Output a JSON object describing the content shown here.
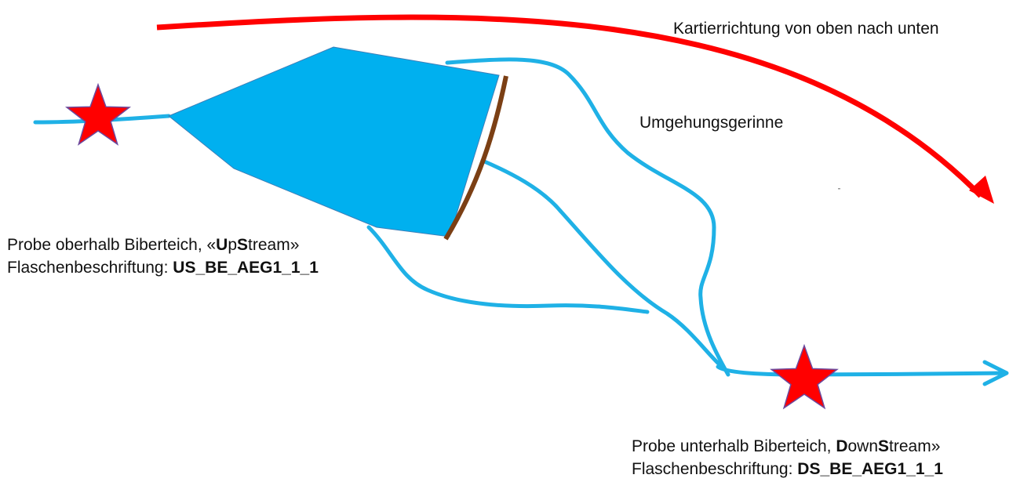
{
  "direction_label": "Kartierrichtung von oben nach unten",
  "bypass_label": "Umgehungsgerinne",
  "upstream": {
    "line1": {
      "prefix": "Probe oberhalb Biberteich, «",
      "b1": "U",
      "t1": "p",
      "b2": "S",
      "t2": "tream",
      "suffix": "»"
    },
    "line2": {
      "prefix": "Flaschenbeschriftung: ",
      "code": "US_BE_AEG1_1_1"
    }
  },
  "downstream": {
    "line1": {
      "prefix": "Probe unterhalb Biberteich, ",
      "b1": "D",
      "t1": "own",
      "b2": "S",
      "t2": "tream",
      "suffix": "»"
    },
    "line2": {
      "prefix": "Flaschenbeschriftung: ",
      "code": "DS_BE_AEG1_1_1"
    }
  },
  "colors": {
    "stream": "#1fb1e6",
    "pond": "#00b0ef",
    "pond_outline": "#3d7fb8",
    "dam": "#7b3f14",
    "arrow": "#ff0000",
    "star": "#ff0000",
    "star_outline": "#6b4a9e"
  }
}
